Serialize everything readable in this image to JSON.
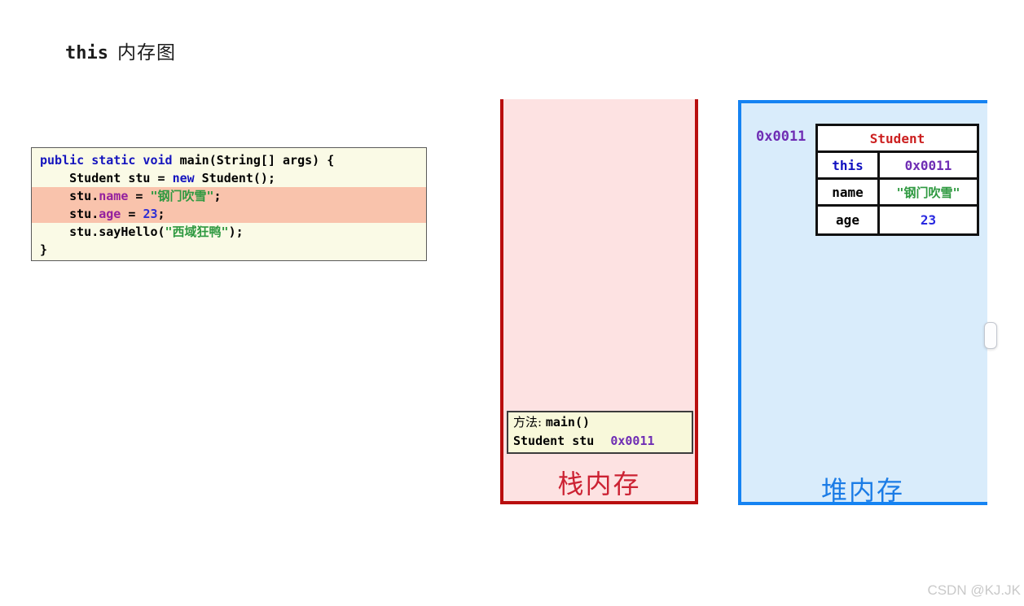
{
  "title": {
    "keyword": "this",
    "text": "内存图"
  },
  "code_block": {
    "lines": [
      {
        "t0": "public static void ",
        "t1": "main(String[] args) {"
      },
      {
        "t0": "    Student stu = ",
        "t1": "new",
        "t2": " Student();"
      },
      {
        "t0": "    stu.",
        "t1": "name",
        "t2": " = ",
        "t3": "\"钢门吹雪\"",
        "t4": ";"
      },
      {
        "t0": "    stu.",
        "t1": "age",
        "t2": " = ",
        "t3": "23",
        "t4": ";"
      },
      {
        "t0": "    stu.sayHello(",
        "t1": "\"西域狂鸭\"",
        "t2": ");"
      },
      {
        "t0": "}"
      }
    ]
  },
  "stack": {
    "label": "栈内存",
    "frame": {
      "method_label": "方法: ",
      "method_name": "main()",
      "var_decl": "Student stu",
      "var_value": "0x0011"
    }
  },
  "heap": {
    "label": "堆内存",
    "object_address": "0x0011",
    "object": {
      "class_name": "Student",
      "fields": [
        {
          "name": "this",
          "value": "0x0011"
        },
        {
          "name": "name",
          "value": "\"钢门吹雪\""
        },
        {
          "name": "age",
          "value": "23"
        }
      ]
    }
  },
  "watermark": "CSDN @KJ.JK",
  "colors": {
    "keyword_blue": "#1414be",
    "field_purple": "#94209e",
    "string_green": "#2e9940",
    "number_blue": "#2e2ed4",
    "address_purple": "#6f2db4",
    "highlight_salmon": "#f9c3ac",
    "code_bg": "#fafae6",
    "stack_border": "#b90e0e",
    "stack_fill": "#fde2e2",
    "stack_label_red": "#cc2233",
    "heap_border": "#1583f2",
    "heap_fill": "#d9ecfb",
    "heap_label_blue": "#1b7ce6",
    "class_name_red": "#cc2020",
    "this_blue": "#0f0fc0"
  }
}
